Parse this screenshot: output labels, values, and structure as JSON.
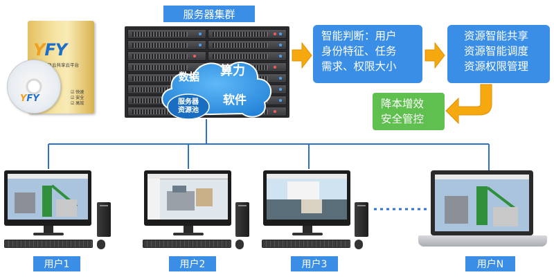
{
  "title": "服务器集群",
  "cloud": {
    "data": "数据",
    "compute": "算力",
    "software": "软件",
    "pool_line1": "服务器",
    "pool_line2": "资源池"
  },
  "judge_box": [
    "智能判断：用户",
    "身份特征、任务",
    "需求、权限大小"
  ],
  "share_box": [
    "资源智能共享",
    "资源智能调度",
    "资源权限管理"
  ],
  "green_box": [
    "降本增效",
    "安全管控"
  ],
  "product": {
    "logo_a": "Y",
    "logo_b": "FY",
    "name": "云飞云共享云平台",
    "checks": [
      "☑ 快速",
      "☑ 安全",
      "☑ 高效"
    ]
  },
  "users": [
    "用户1",
    "用户2",
    "用户3",
    "用户N"
  ],
  "colors": {
    "accent_blue": "#3a8ee6",
    "green": "#5fc04f",
    "arrow_orange": "#f5a90f",
    "line": "#2e6fd0"
  }
}
